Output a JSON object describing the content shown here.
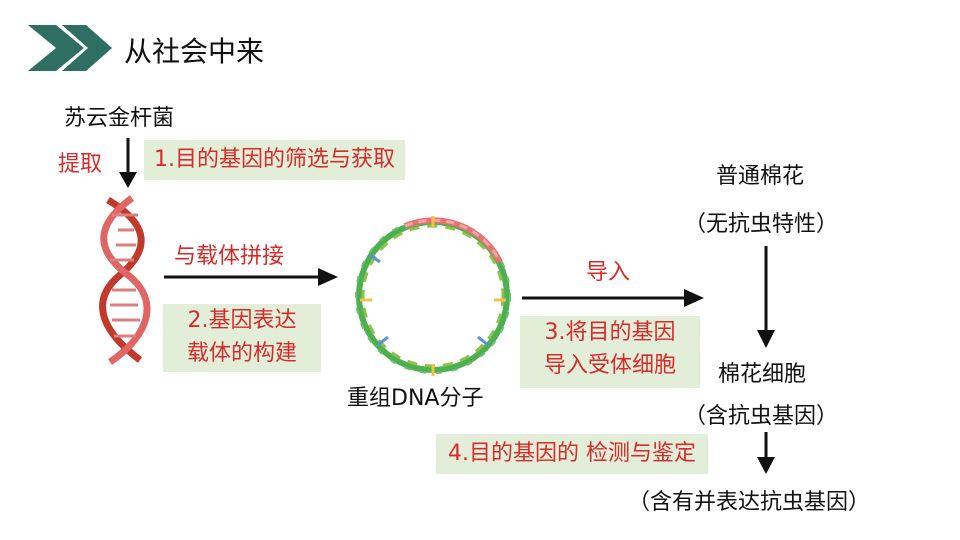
{
  "header": {
    "title": "从社会中来"
  },
  "source_organism": "苏云金杆菌",
  "extract_label": "提取",
  "steps": {
    "step1": "1.目的基因的筛选与获取",
    "splice_label": "与载体拼接",
    "step2_line1": "2.基因表达",
    "step2_line2": "载体的构建",
    "recombinant_label": "重组DNA分子",
    "import_label": "导入",
    "step3_line1": "3.将目的基因",
    "step3_line2": "导入受体细胞",
    "step4": "4.目的基因的 检测与鉴定"
  },
  "cotton": {
    "name": "普通棉花",
    "trait": "（无抗虫特性）",
    "cell": "棉花细胞",
    "cell_trait": "（含抗虫基因）",
    "result": "（含有并表达抗虫基因）"
  },
  "colors": {
    "header_chevron": "#2f6f63",
    "accent_red": "#d62b2b",
    "box_bg": "#e3eed9"
  }
}
